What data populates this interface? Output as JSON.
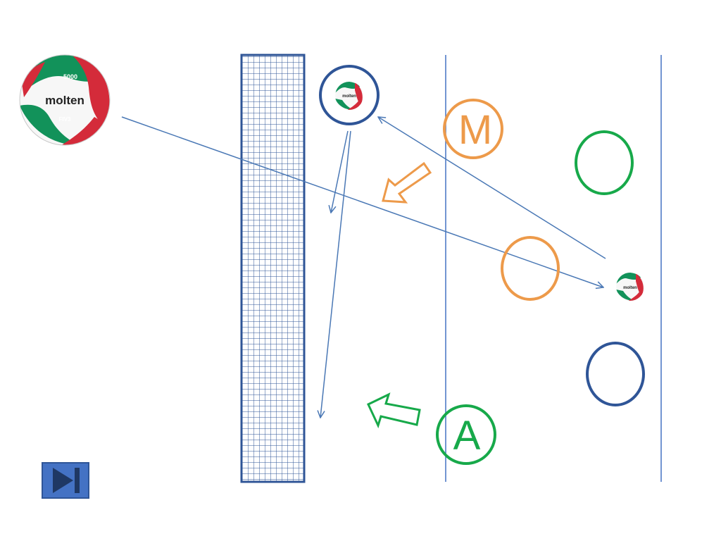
{
  "colors": {
    "background": "#ffffff",
    "net": "#2f5597",
    "court_lines": "#4472c4",
    "trajectory": "#4a78b5",
    "setter": "#ed9a4a",
    "attacker": "#17a94a",
    "blocker": "#2f5597",
    "ball_red": "#d42b3a",
    "ball_green": "#12925a",
    "ball_white": "#f7f7f7",
    "button_fill": "#4472c4",
    "button_border": "#2f5597",
    "button_glyph": "#1f3864"
  },
  "players": {
    "setter_label": "M",
    "attacker_label": "A"
  },
  "ball": {
    "brand": "molten",
    "model": "5000",
    "badge": "FIV3"
  },
  "icons": {
    "next": "skip-next-icon",
    "volleyball": "volleyball-icon",
    "net": "volleyball-net-icon"
  }
}
